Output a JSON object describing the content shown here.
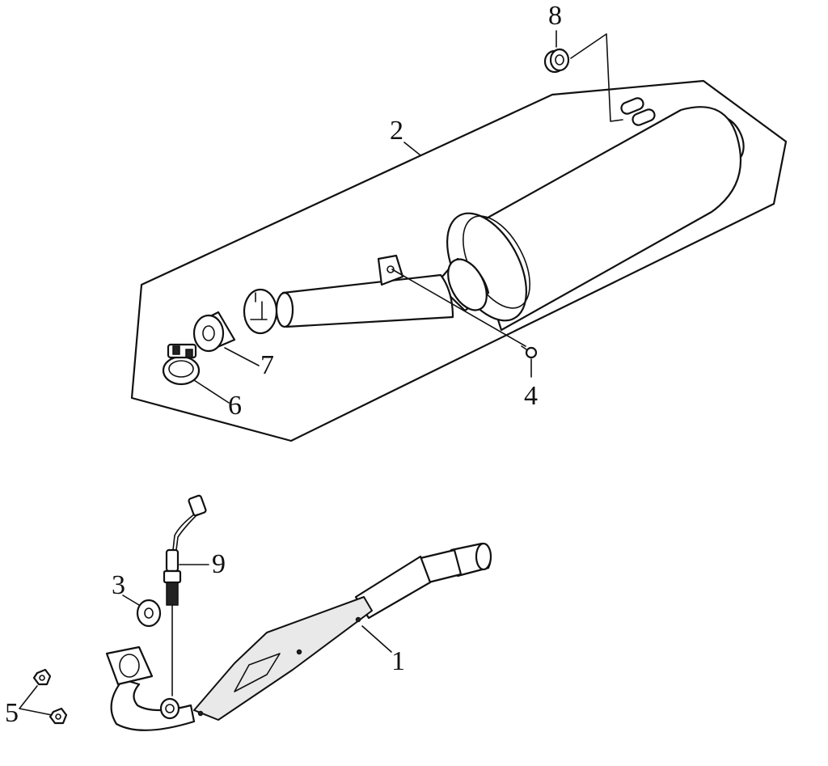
{
  "diagram": {
    "callouts": [
      {
        "id": "1",
        "label": "1",
        "part": "exhaust-header-pipe"
      },
      {
        "id": "2",
        "label": "2",
        "part": "muffler-assembly"
      },
      {
        "id": "3",
        "label": "3",
        "part": "gasket"
      },
      {
        "id": "4",
        "label": "4",
        "part": "bolt"
      },
      {
        "id": "5",
        "label": "5",
        "part": "nut"
      },
      {
        "id": "6",
        "label": "6",
        "part": "clamp"
      },
      {
        "id": "7",
        "label": "7",
        "part": "sleeve"
      },
      {
        "id": "8",
        "label": "8",
        "part": "rubber-grommet"
      },
      {
        "id": "9",
        "label": "9",
        "part": "oxygen-sensor"
      }
    ],
    "colors": {
      "line": "#111111",
      "background": "#ffffff",
      "shade": "#e9e9e9"
    }
  }
}
